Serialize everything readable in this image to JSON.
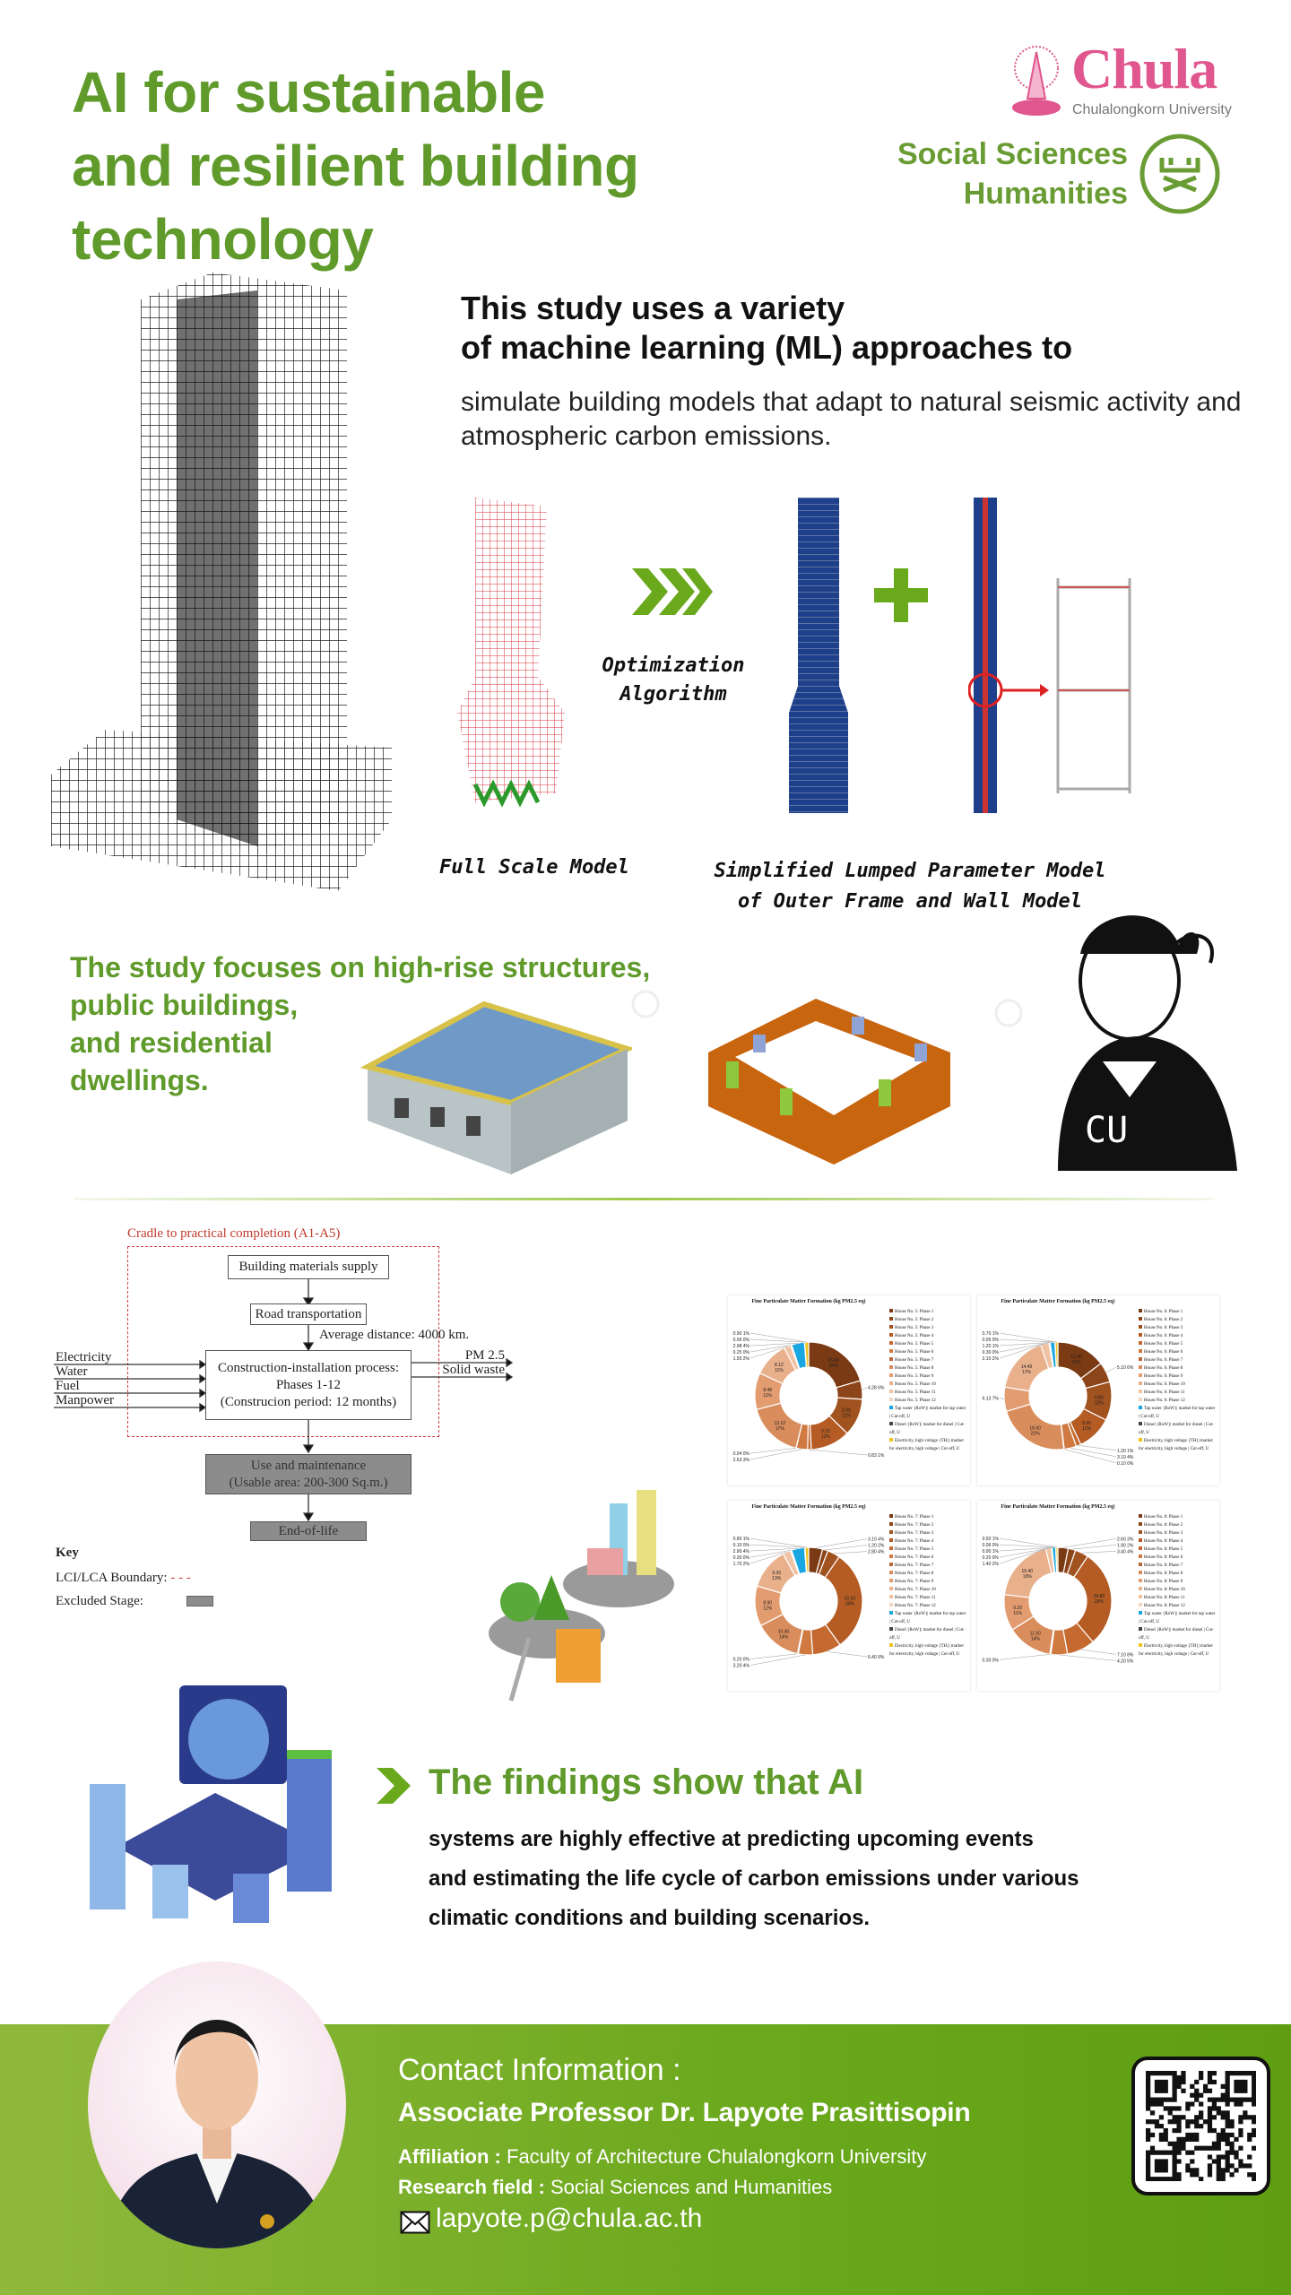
{
  "header": {
    "title_lines": [
      "AI for sustainable",
      "and resilient building",
      "technology"
    ],
    "logo_chula": "Chula",
    "logo_chula_sub": "Chulalongkorn University",
    "logo_ssh_lines": [
      "Social Sciences",
      "Humanities"
    ]
  },
  "intro": {
    "lead_lines": [
      "This study uses a variety",
      "of machine learning (ML) approaches to"
    ],
    "body": "simulate building models that adapt to natural seismic activity and atmospheric carbon emissions."
  },
  "models": {
    "optimization_lines": [
      "Optimization",
      "Algorithm"
    ],
    "full_scale": "Full Scale Model",
    "simplified_lines": [
      "Simplified Lumped Parameter Model",
      "of Outer Frame and Wall Model"
    ]
  },
  "focus": {
    "lines": [
      "The study focuses on high-rise structures,",
      "public buildings,",
      "and residential",
      "dwellings."
    ]
  },
  "flow": {
    "boundary_label": "Cradle to practical completion (A1-A5)",
    "materials": "Building materials supply",
    "transport": "Road transportation",
    "distance": "Average distance: 4000 km.",
    "inputs": [
      "Electricity",
      "Water",
      "Fuel",
      "Manpower"
    ],
    "process_lines": [
      "Construction-installation process:",
      "Phases 1-12",
      "(Construcion period: 12 months)"
    ],
    "outputs": [
      "PM 2.5",
      "Solid waste"
    ],
    "use_lines": [
      "Use and maintenance",
      "(Usable area: 200-300 Sq.m.)"
    ],
    "eol": "End-of-life",
    "key_title": "Key",
    "key_boundary": "LCI/LCA Boundary:",
    "key_excluded": "Excluded Stage:"
  },
  "chart_data": [
    {
      "type": "pie",
      "title": "Fine Particulate Matter Formation (kg PM2.5 eq)",
      "house": "House No. 5",
      "values": [
        15.69,
        4.28,
        8.66,
        9.15,
        0.83,
        2.63,
        0.04,
        13.12,
        8.48,
        8.12,
        1.55,
        0.25,
        2.98,
        0.06,
        0.9
      ]
    },
    {
      "type": "pie",
      "title": "Fine Particulate Matter Formation (kg PM2.5 eq)",
      "house": "House No. 6",
      "values": [
        12.4,
        5.1,
        9.8,
        8.9,
        1.2,
        3.1,
        0.1,
        18.6,
        6.13,
        14.49,
        2.1,
        0.3,
        1.2,
        0.05,
        0.7
      ]
    },
    {
      "type": "pie",
      "title": "Fine Particulate Matter Formation (kg PM2.5 eq)",
      "house": "House No. 7",
      "values": [
        3.1,
        1.2,
        2.8,
        22.5,
        6.4,
        3.2,
        0.2,
        10.4,
        8.9,
        9.3,
        1.7,
        0.3,
        2.9,
        0.1,
        0.8
      ]
    },
    {
      "type": "pie",
      "title": "Fine Particulate Matter Formation (kg PM2.5 eq)",
      "house": "House No. 8",
      "values": [
        2.6,
        1.9,
        3.4,
        24.8,
        7.1,
        4.2,
        0.3,
        11.5,
        9.2,
        16.4,
        1.4,
        0.2,
        0.9,
        0.06,
        0.5
      ]
    }
  ],
  "chart_legend_extra": [
    "Tap water {RoW}| market for tap water | Cut-off, U",
    "Diesel {RoW}| market for diesel | Cut-off, U",
    "Electricity, high voltage {TH}| market for electricity, high voltage | Cut-off, U"
  ],
  "chart_colors": [
    "#7a3a14",
    "#8c4519",
    "#a0521f",
    "#b45c24",
    "#c46a30",
    "#d07a42",
    "#b8683a",
    "#d98c5c",
    "#e29c70",
    "#e9b08c",
    "#efc2a4",
    "#f3d3bd",
    "#1aa6e0",
    "#444444",
    "#f2c21b"
  ],
  "findings": {
    "heading": "The findings show that AI",
    "body_lines": [
      "systems are highly effective at predicting upcoming events",
      "and estimating the life cycle of carbon emissions under various",
      "climatic conditions and building scenarios."
    ]
  },
  "contact": {
    "heading": "Contact Information :",
    "name": "Associate  Professor Dr. Lapyote Prasittisopin",
    "affiliation_label": "Affiliation :",
    "affiliation": "Faculty of Architecture Chulalongkorn University",
    "field_label": "Research field :",
    "field": "Social Sciences and Humanities",
    "email": "lapyote.p@chula.ac.th"
  },
  "colors": {
    "brand_green": "#5f9a2b",
    "chula_pink": "#e0568f",
    "footer_green": "#6aa81c"
  }
}
